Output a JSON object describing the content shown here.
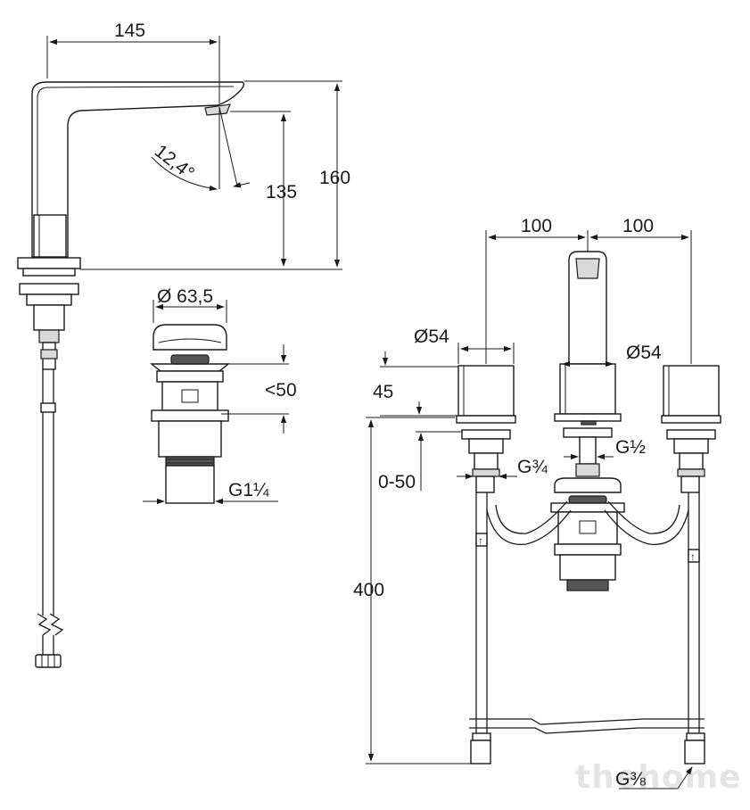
{
  "dimensions": {
    "spout_reach": "145",
    "spout_angle": "12,4°",
    "spout_outlet_height": "135",
    "spout_total_height": "160",
    "drain_cap_diameter": "Ø 63,5",
    "drain_height": "<50",
    "drain_thread": "G1¼",
    "handle_spacing_left": "100",
    "handle_spacing_right": "100",
    "handle_diameter_left": "Ø54",
    "spout_base_diameter": "Ø54",
    "rosette_height": "45",
    "deck_thickness_range": "0-50",
    "inlet_thread": "G¾",
    "spout_thread": "G½",
    "hose_length": "400",
    "hose_connection_thread": "G⅜"
  },
  "watermark": "thehome"
}
